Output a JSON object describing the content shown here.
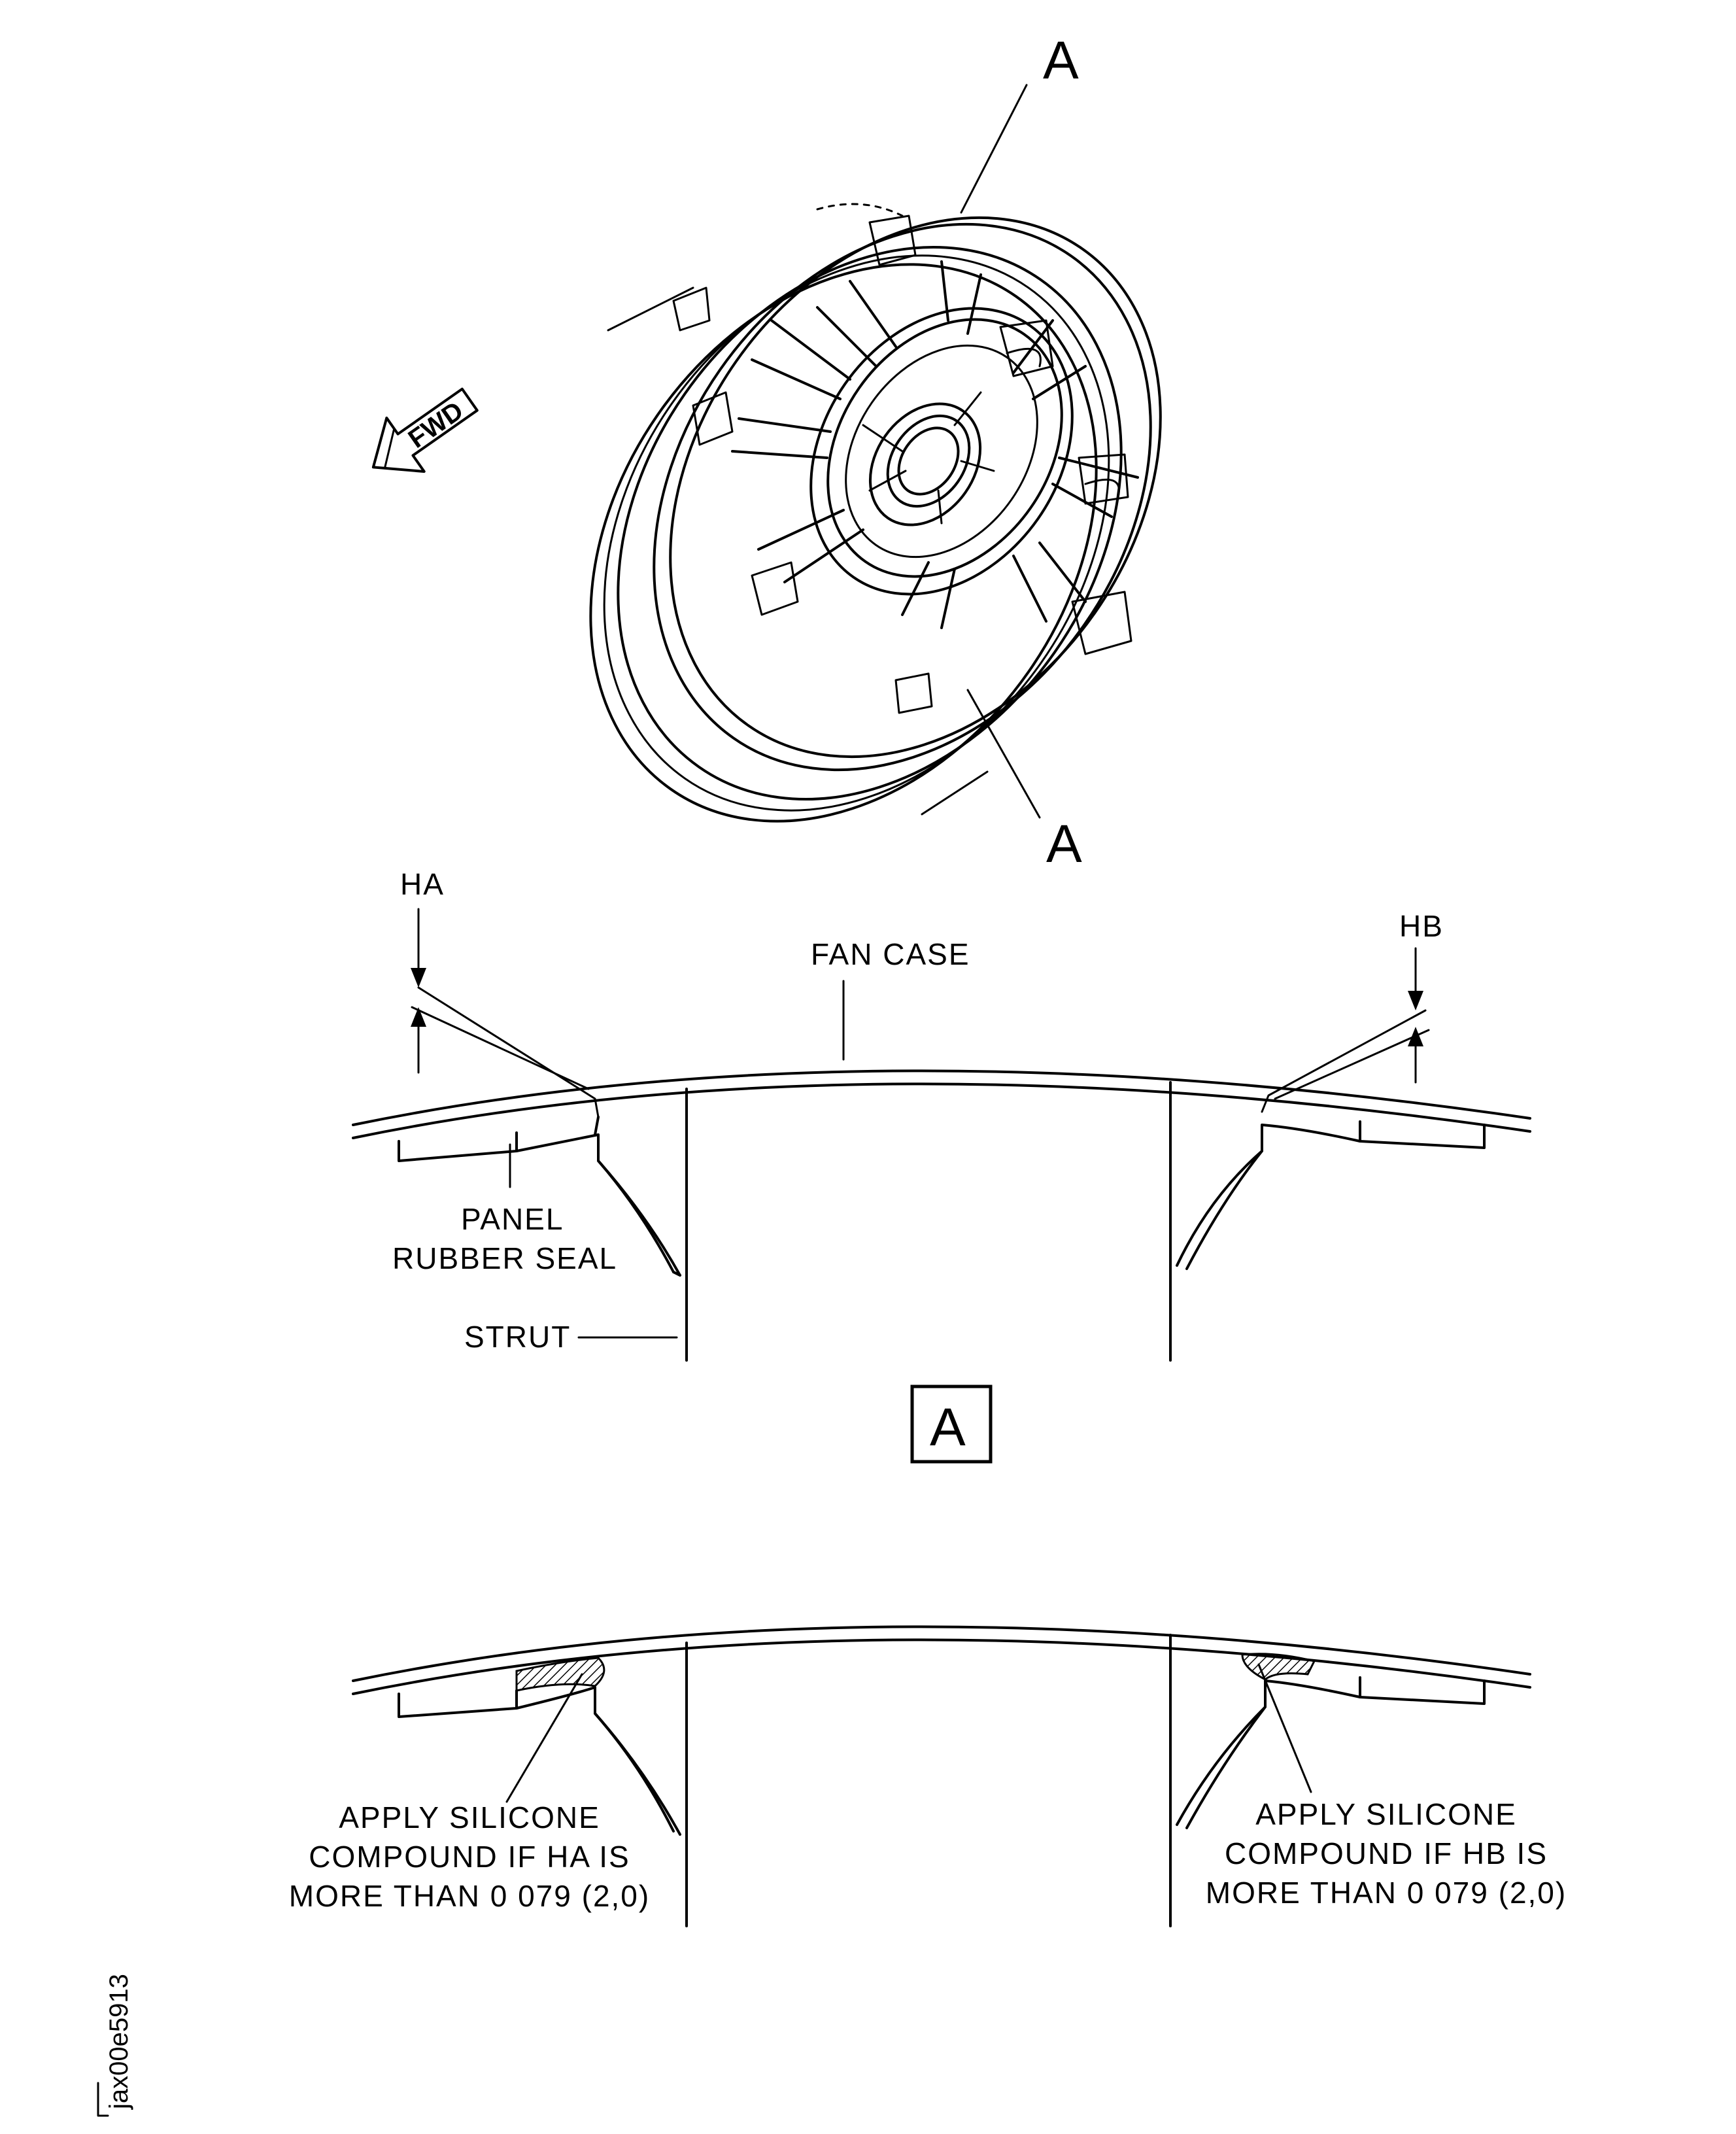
{
  "figure_id": "jax00e5913",
  "fwd_label": "FWD",
  "view_ref": "A",
  "detail_a": {
    "label_ha": "HA",
    "label_hb": "HB",
    "fan_case": "FAN CASE",
    "panel": "PANEL",
    "rubber_seal": "RUBBER SEAL",
    "strut": "STRUT"
  },
  "detail_b": {
    "left_note": [
      "APPLY SILICONE",
      "COMPOUND IF HA IS",
      "MORE THAN 0 079 (2,0)"
    ],
    "right_note": [
      "APPLY SILICONE",
      "COMPOUND IF HB IS",
      "MORE THAN 0 079 (2,0)"
    ]
  }
}
